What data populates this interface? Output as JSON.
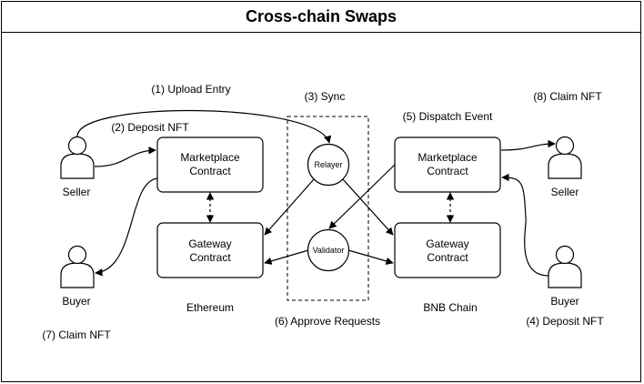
{
  "title": "Cross-chain Swaps",
  "nodes": {
    "eth_marketplace": {
      "line1": "Marketplace",
      "line2": "Contract"
    },
    "eth_gateway": {
      "line1": "Gateway",
      "line2": "Contract"
    },
    "bnb_marketplace": {
      "line1": "Marketplace",
      "line2": "Contract"
    },
    "bnb_gateway": {
      "line1": "Gateway",
      "line2": "Contract"
    },
    "relayer": "Relayer",
    "validator": "Validator"
  },
  "actors": {
    "eth_seller": "Seller",
    "eth_buyer": "Buyer",
    "bnb_seller": "Seller",
    "bnb_buyer": "Buyer"
  },
  "chains": {
    "left": "Ethereum",
    "right": "BNB Chain"
  },
  "steps": {
    "upload_entry": "(1) Upload Entry",
    "deposit_nft_2": "(2) Deposit NFT",
    "sync": "(3) Sync",
    "deposit_nft_4": "(4) Deposit NFT",
    "dispatch_event": "(5) Dispatch Event",
    "approve_requests": "(6) Approve Requests",
    "claim_nft_7": "(7) Claim NFT",
    "claim_nft_8": "(8) Claim NFT"
  }
}
